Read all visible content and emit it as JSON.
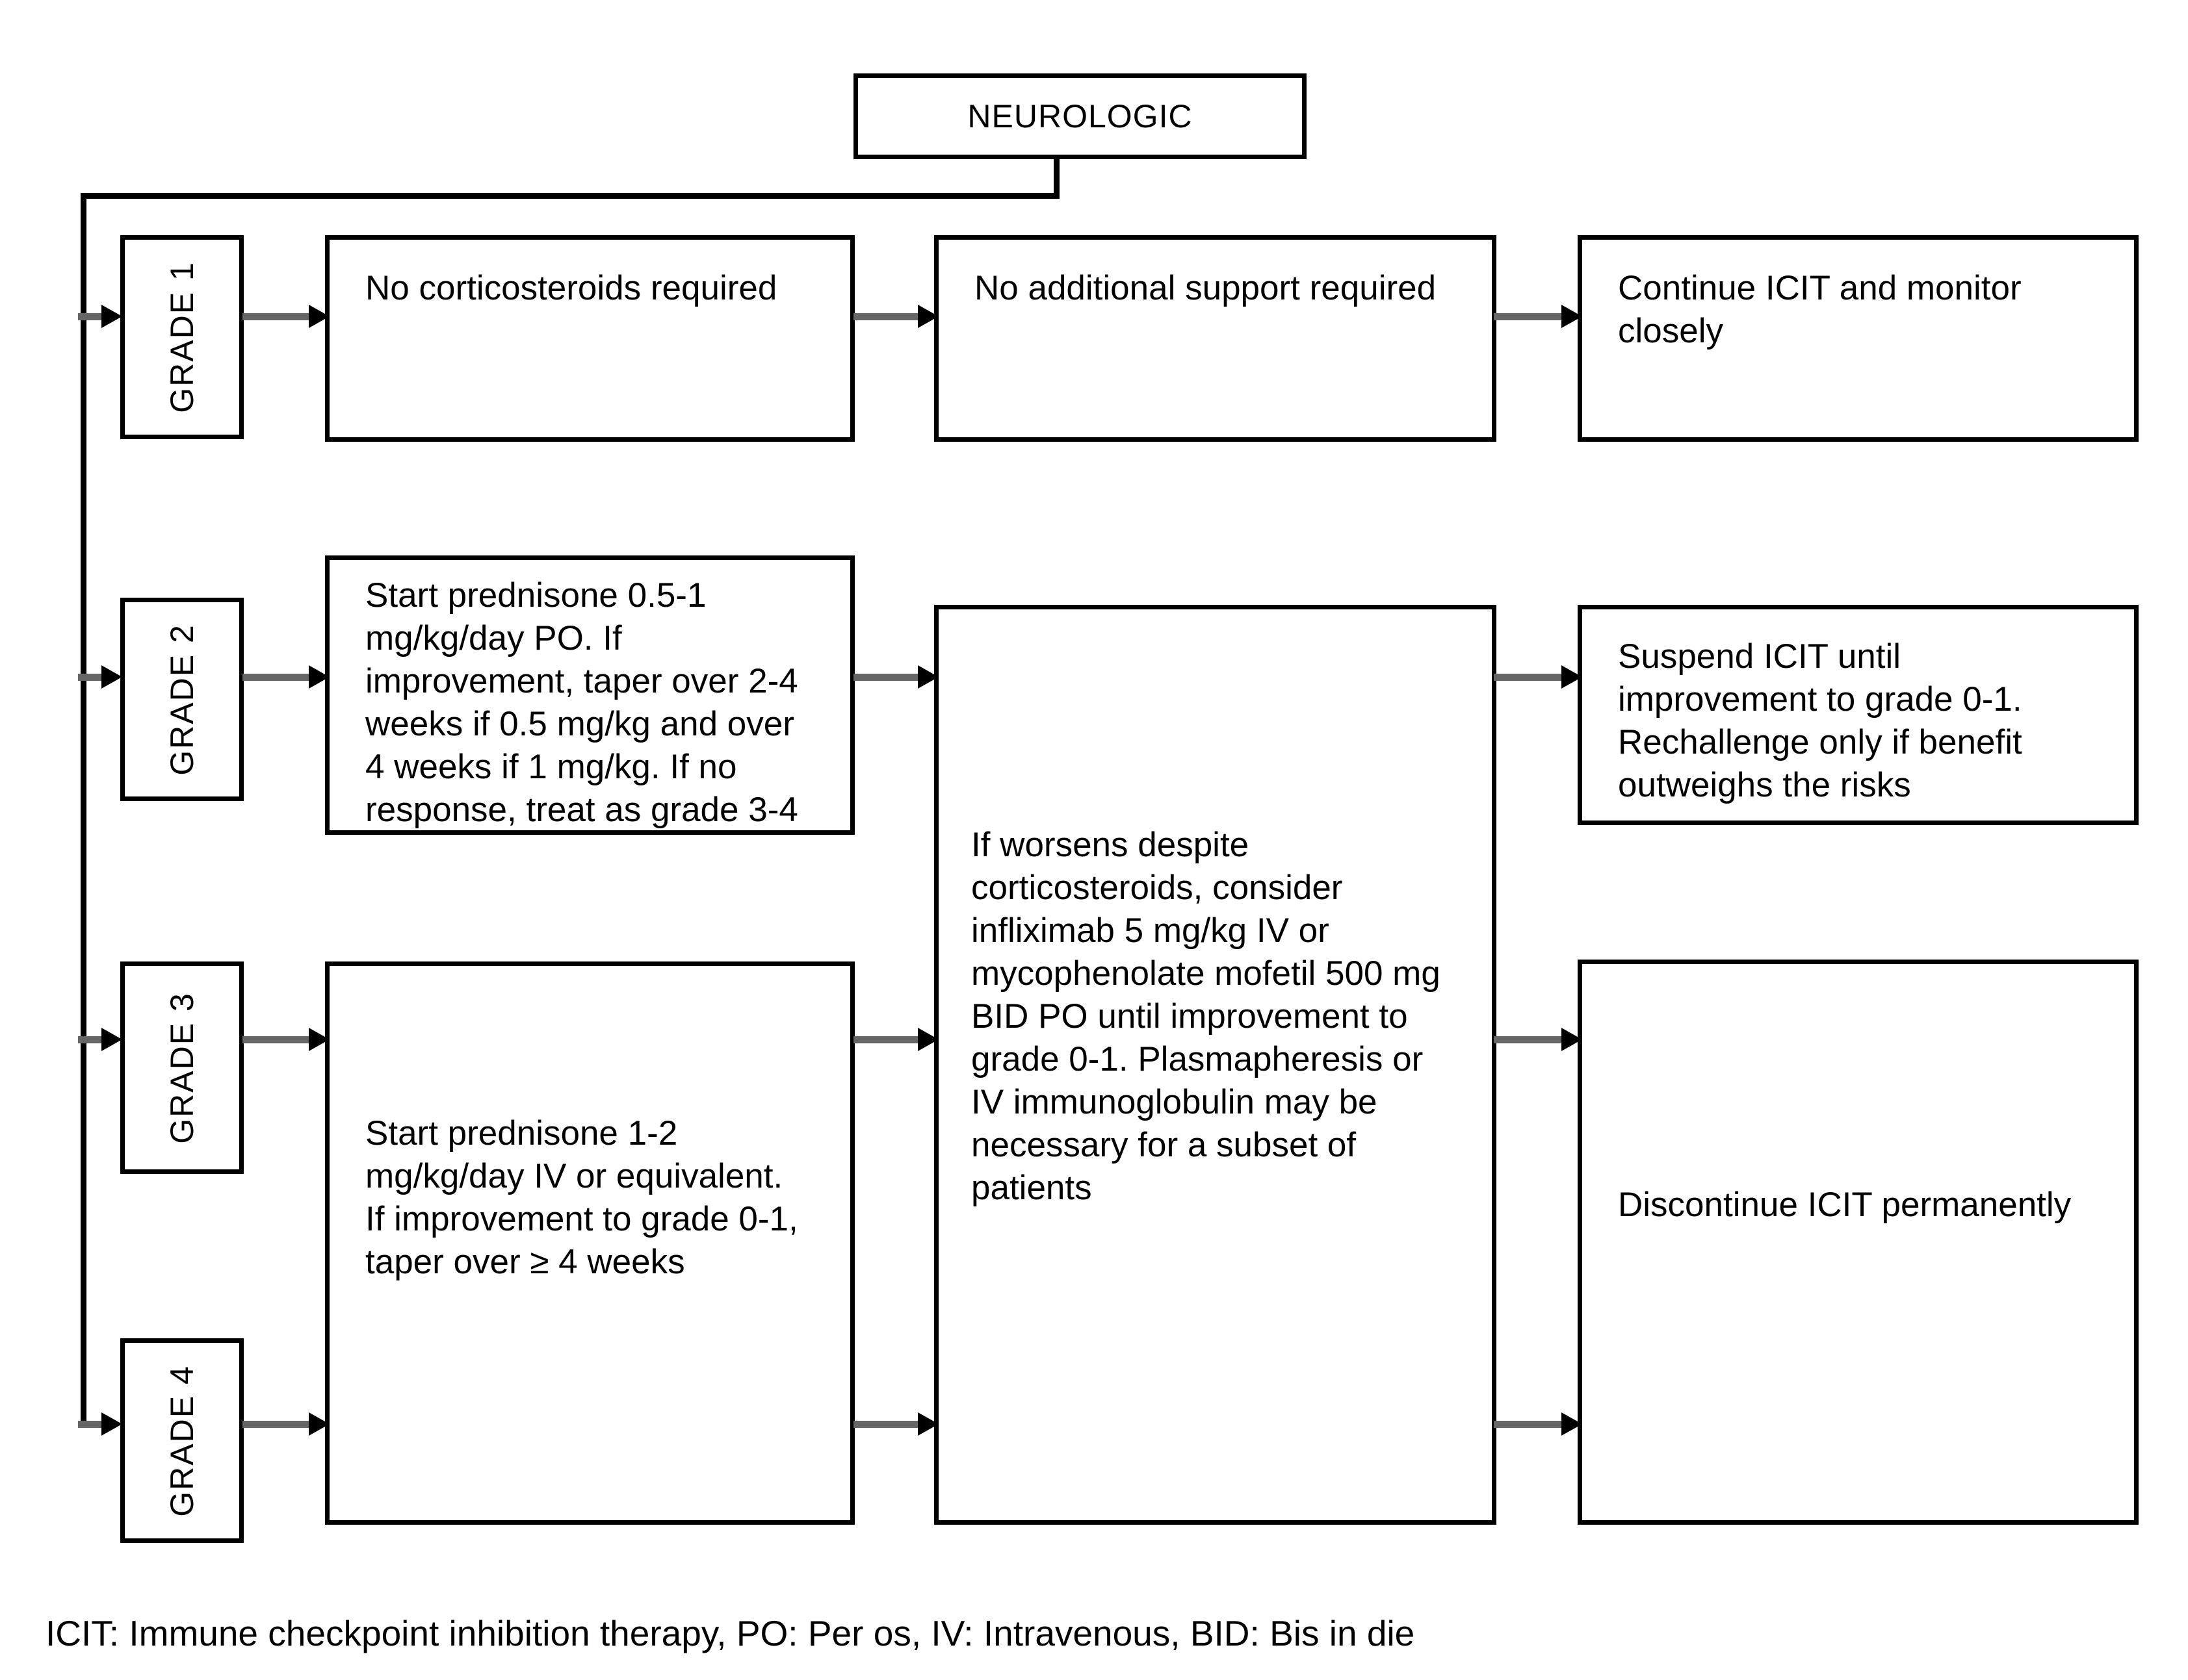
{
  "title": "NEUROLOGIC",
  "grade_labels": {
    "g1": "GRADE 1",
    "g2": "GRADE 2",
    "g3": "GRADE 3",
    "g4": "GRADE 4"
  },
  "boxes": {
    "g1_treatment": "No corticosteroids required",
    "g1_support": "No additional support required",
    "g1_outcome": "Continue ICIT and monitor\nclosely",
    "g2_treatment": "Start prednisone 0.5-1\nmg/kg/day PO. If\nimprovement, taper over 2-4\nweeks if 0.5 mg/kg and over\n4 weeks if 1 mg/kg. If no\nresponse, treat as grade 3-4",
    "g2_outcome": "Suspend ICIT until\nimprovement to grade 0-1.\nRechallenge only if benefit\noutweighs the risks",
    "g234_escalation": "If worsens despite\ncorticosteroids, consider\ninfliximab 5 mg/kg IV or\nmycophenolate mofetil 500 mg\nBID PO until improvement to\ngrade 0-1. Plasmapheresis or\nIV immunoglobulin may be\nnecessary for a subset of\npatients",
    "g34_treatment": "Start prednisone 1-2\nmg/kg/day IV or equivalent.\nIf improvement to grade 0-1,\ntaper over ≥ 4 weeks",
    "g34_outcome": "Discontinue ICIT permanently"
  },
  "legend": "ICIT: Immune checkpoint inhibition therapy, PO: Per os, IV: Intravenous, BID: Bis in die",
  "colors": {
    "line": "#000000",
    "arrow_shaft": "#666666",
    "arrow_head": "#000000",
    "text": "#000000",
    "background": "#ffffff"
  }
}
